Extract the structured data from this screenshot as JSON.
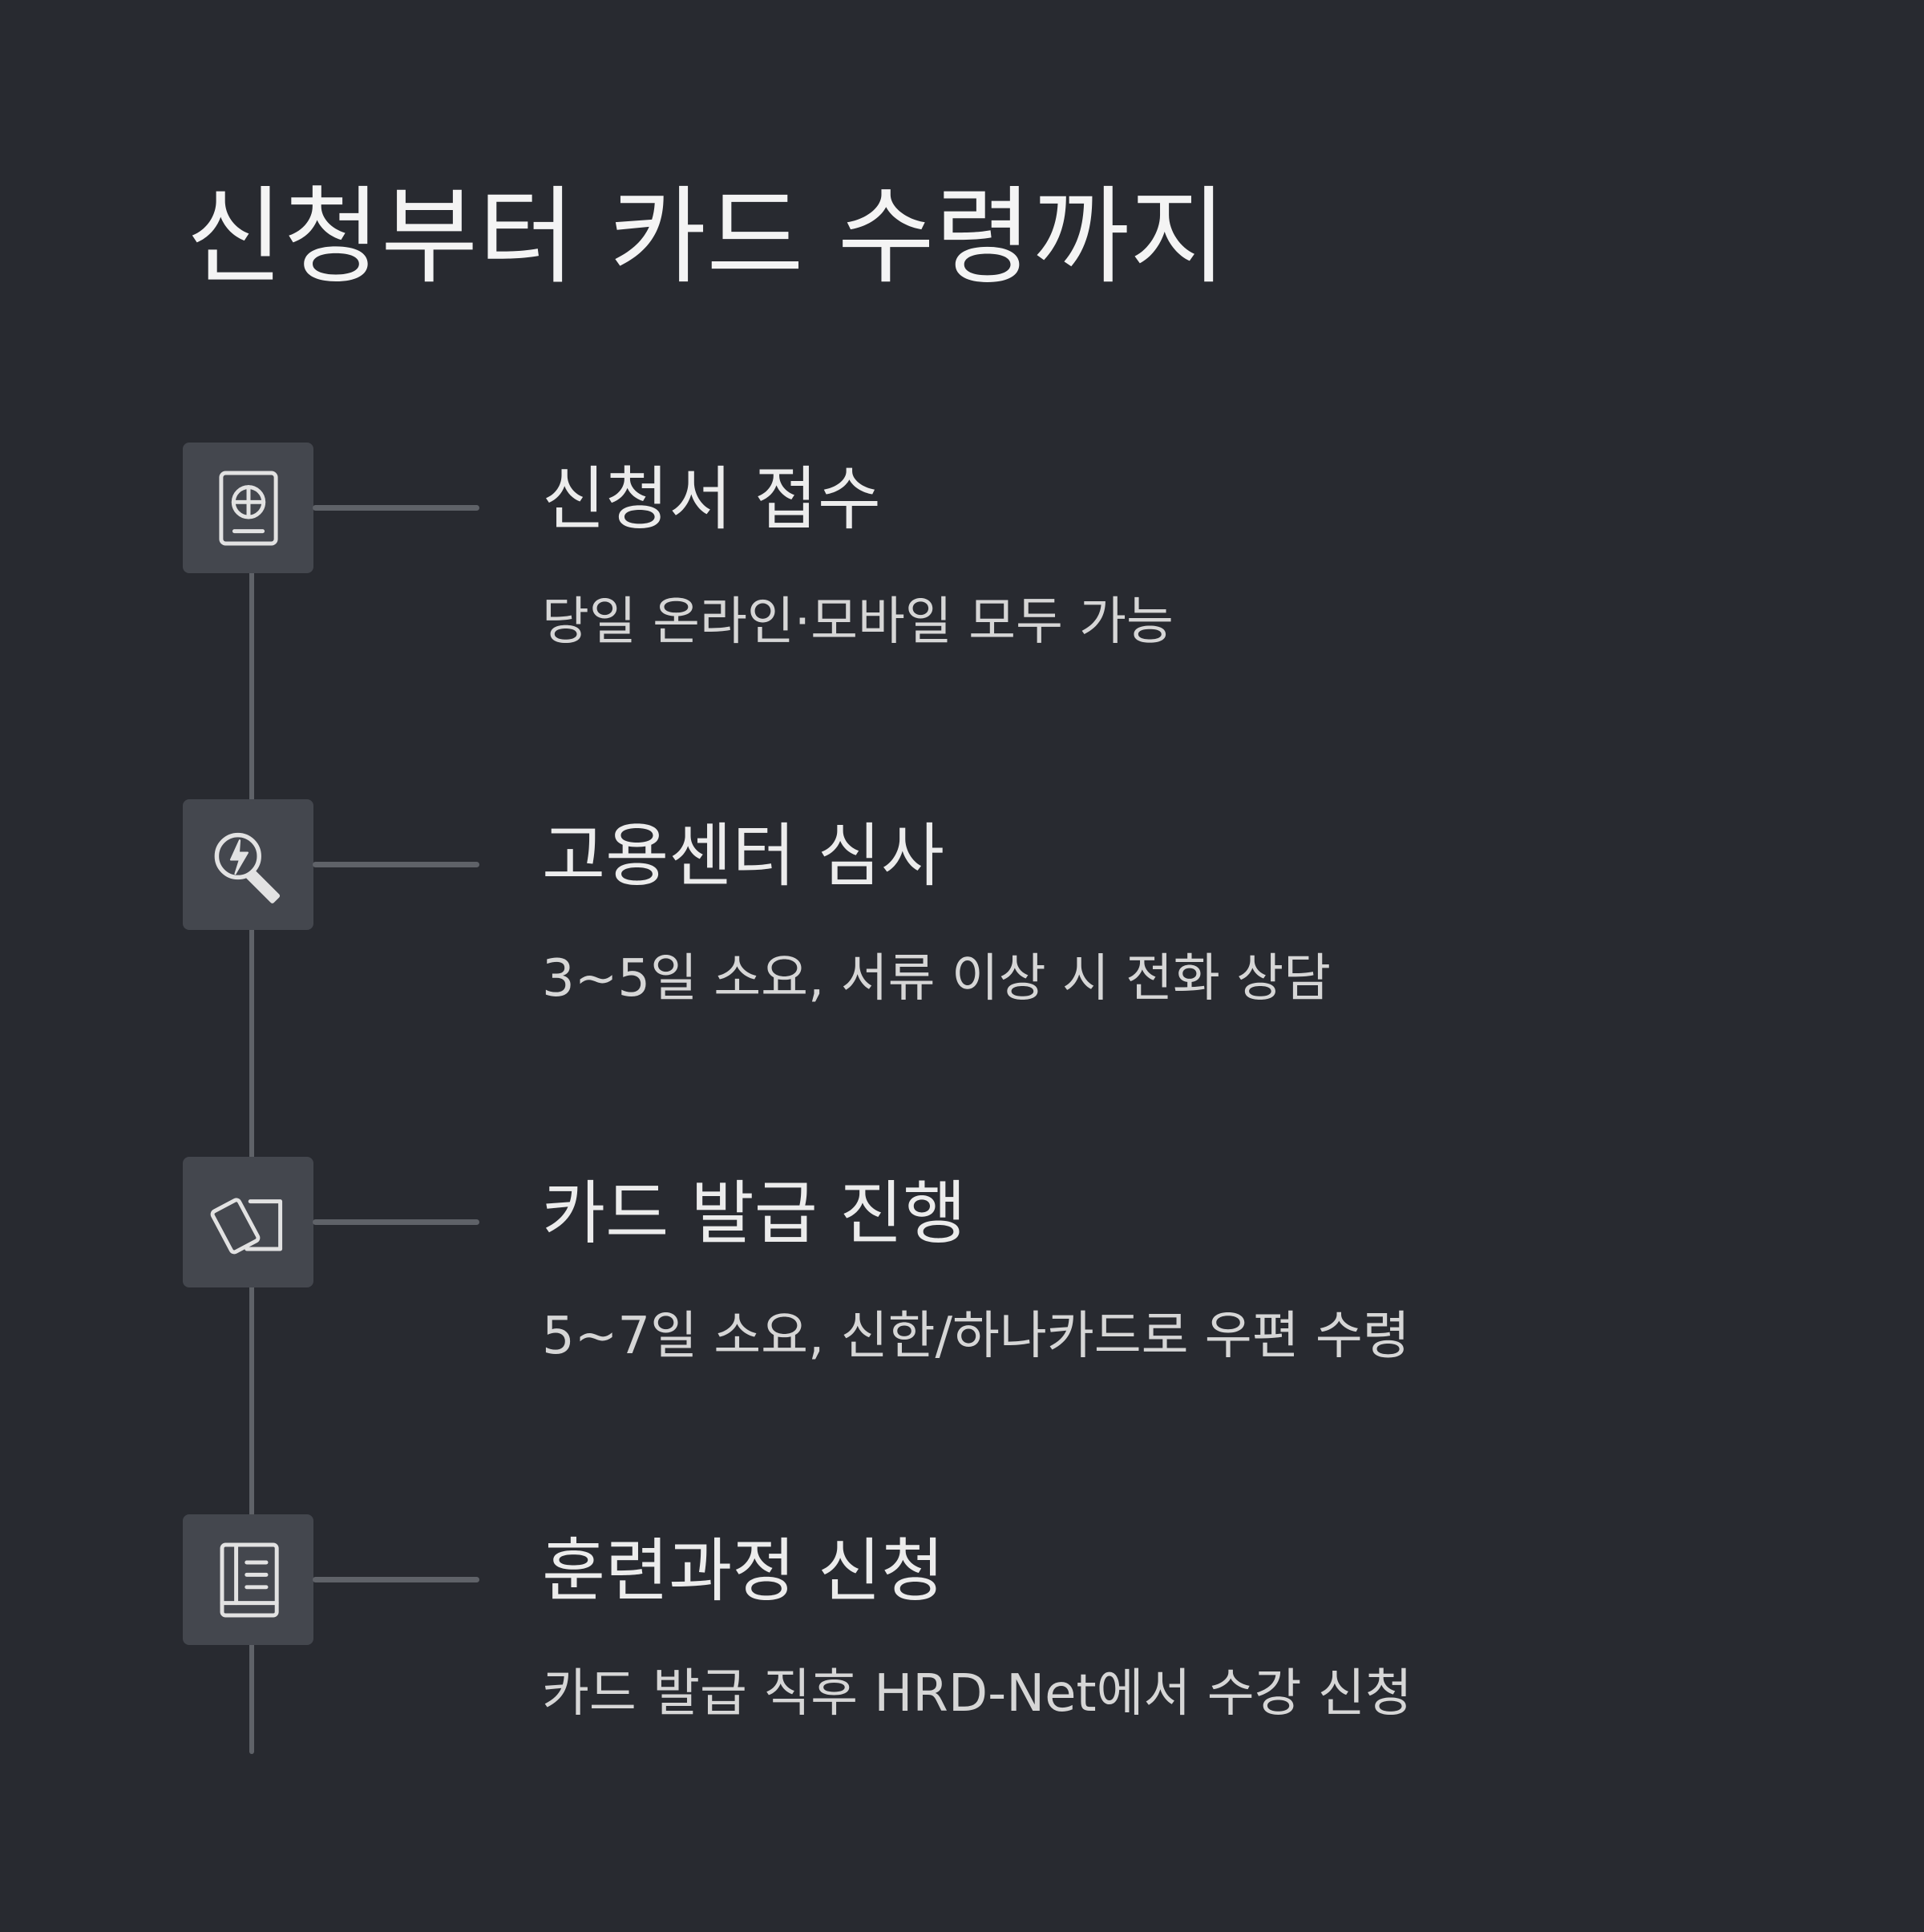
{
  "title": "신청부터 카드 수령까지",
  "steps": [
    {
      "icon": "passport-icon",
      "title": "신청서 접수",
      "description": "당일 온라인·모바일 모두 가능"
    },
    {
      "icon": "search-lightning-icon",
      "title": "고용센터 심사",
      "description": "3~5일 소요, 서류 이상 시 전화 상담"
    },
    {
      "icon": "cards-icon",
      "title": "카드 발급 진행",
      "description": "5~7일 소요, 신한/하나카드로 우편 수령"
    },
    {
      "icon": "book-icon",
      "title": "훈련과정 신청",
      "description": "카드 발급 직후 HRD-Net에서 수강 신청"
    }
  ],
  "colors": {
    "background": "#282a30",
    "icon_box": "#44474e",
    "line": "#5f6268",
    "text": "#f4f4f4"
  }
}
